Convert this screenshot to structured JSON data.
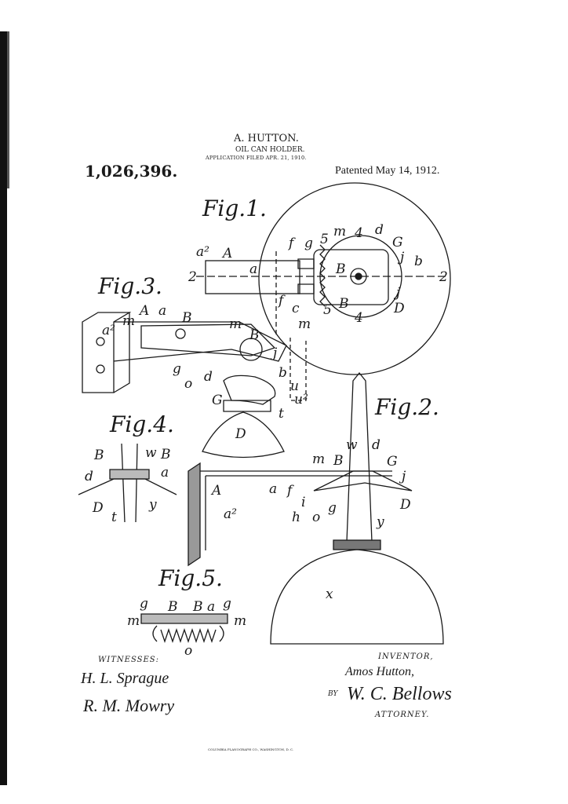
{
  "header": {
    "inventor": "A. HUTTON.",
    "title": "OIL CAN HOLDER.",
    "application": "APPLICATION FILED APR. 21, 1910.",
    "patent_number": "1,026,396.",
    "patented": "Patented May 14, 1912."
  },
  "figures": {
    "fig1": "Fig.1.",
    "fig2": "Fig.2.",
    "fig3": "Fig.3.",
    "fig4": "Fig.4.",
    "fig5": "Fig.5."
  },
  "labels": {
    "a": "a",
    "a2": "a²",
    "A": "A",
    "B": "B",
    "D": "D",
    "G": "G",
    "m": "m",
    "g": "g",
    "f": "f",
    "j": "j",
    "b": "b",
    "d": "d",
    "u": "u",
    "u2": "u²",
    "t": "t",
    "w": "w",
    "y": "y",
    "x": "x",
    "two": "2",
    "four": "4",
    "five": "5",
    "o": "o",
    "i": "i",
    "h": "h",
    "c": "c"
  },
  "footer": {
    "witnesses_label": "WITNESSES:",
    "witness1": "H. L. Sprague",
    "witness2": "R. M. Mowry",
    "inventor_label": "INVENTOR,",
    "inventor_name": "Amos Hutton,",
    "by": "BY",
    "attorney_signature": "W. C. Bellows",
    "attorney_label": "ATTORNEY.",
    "printer": "COLUMBIA PLANOGRAPH CO., WASHINGTON, D. C."
  }
}
